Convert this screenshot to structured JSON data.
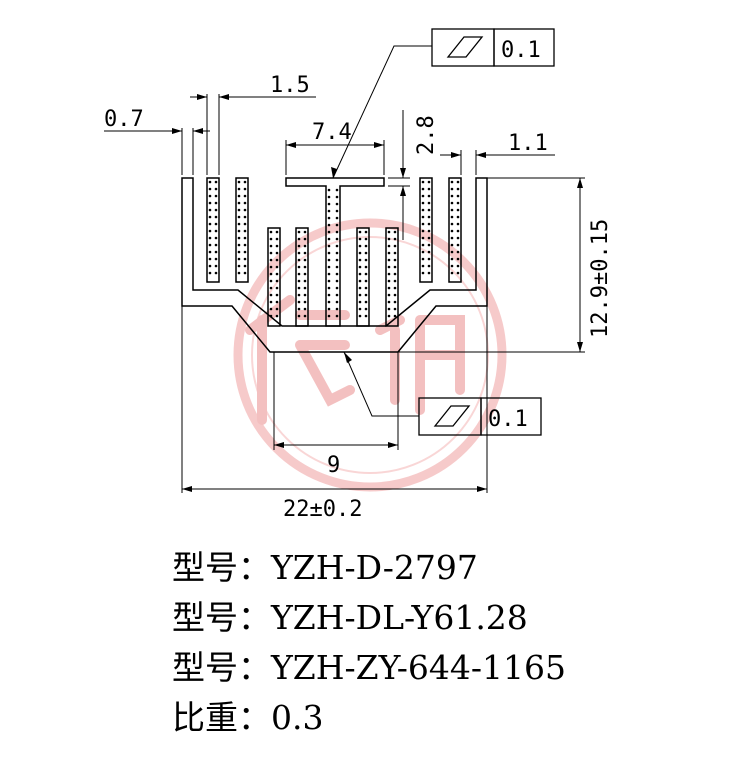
{
  "dimensions": {
    "fin_gap": "0.7",
    "fin_width": "1.5",
    "top_plate_width": "7.4",
    "top_plate_gap": "2.8",
    "right_fin_width": "1.1",
    "height": "12.9±0.15",
    "base_width": "9",
    "total_width": "22±0.2"
  },
  "tolerances": [
    {
      "symbol": "parallelogram-icon",
      "value": "0.1"
    },
    {
      "symbol": "parallelogram-icon",
      "value": "0.1"
    }
  ],
  "watermark": {
    "text": "亿鸿",
    "color": "#e88a8a"
  },
  "specs": [
    {
      "label": "型号：",
      "value": "YZH-D-2797"
    },
    {
      "label": "型号：",
      "value": "YZH-DL-Y61.28"
    },
    {
      "label": "型号：",
      "value": "YZH-ZY-644-1165"
    },
    {
      "label": "比重：",
      "value": "0.3"
    }
  ]
}
